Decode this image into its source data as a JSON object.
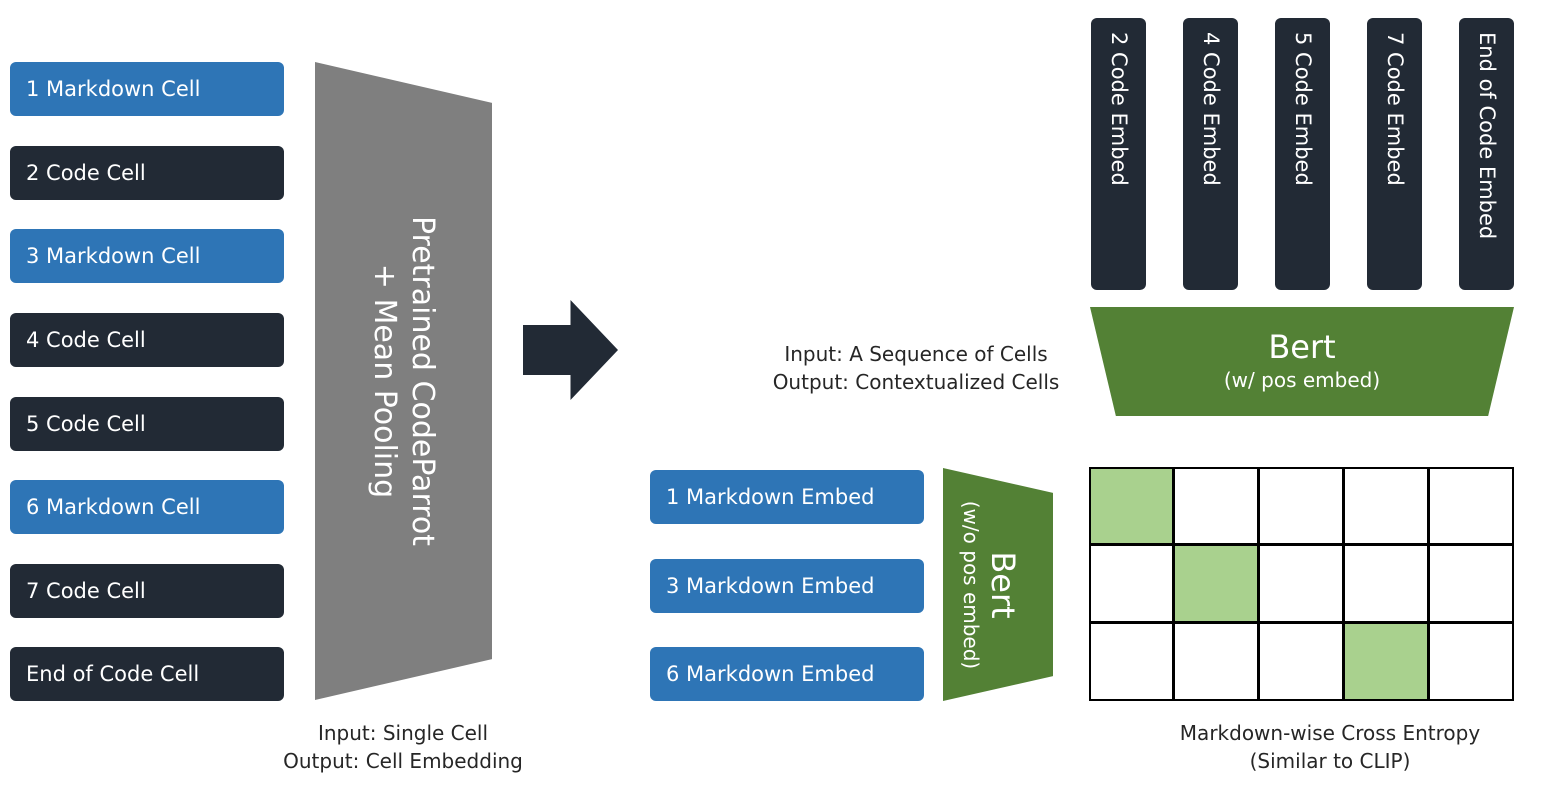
{
  "input_cells": [
    {
      "label": "1 Markdown Cell",
      "kind": "markdown"
    },
    {
      "label": "2 Code Cell",
      "kind": "code"
    },
    {
      "label": "3 Markdown Cell",
      "kind": "markdown"
    },
    {
      "label": "4 Code Cell",
      "kind": "code"
    },
    {
      "label": "5 Code Cell",
      "kind": "code"
    },
    {
      "label": "6 Markdown Cell",
      "kind": "markdown"
    },
    {
      "label": "7 Code Cell",
      "kind": "code"
    },
    {
      "label": "End of Code Cell",
      "kind": "code"
    }
  ],
  "encoder": {
    "line1": "Pretrained CodeParrot",
    "line2": "+ Mean Pooling"
  },
  "encoder_caption": {
    "line1": "Input: Single Cell",
    "line2": "Output: Cell Embedding"
  },
  "code_embeds": [
    "2 Code Embed",
    "4 Code Embed",
    "5 Code Embed",
    "7 Code Embed",
    "End of Code Embed"
  ],
  "bert_top": {
    "title": "Bert",
    "subtitle": "(w/ pos embed)"
  },
  "bert_caption": {
    "line1": "Input: A Sequence of Cells",
    "line2": "Output: Contextualized Cells"
  },
  "markdown_embeds": [
    "1 Markdown Embed",
    "3 Markdown Embed",
    "6 Markdown Embed"
  ],
  "bert_small": {
    "title": "Bert",
    "subtitle": "(w/o pos embed)"
  },
  "matrix": {
    "rows": 3,
    "cols": 5,
    "highlighted": [
      [
        0,
        0
      ],
      [
        1,
        1
      ],
      [
        2,
        3
      ]
    ],
    "highlight_color": "#a9d18e"
  },
  "loss_caption": {
    "line1": "Markdown-wise Cross Entropy",
    "line2": "(Similar to CLIP)"
  },
  "colors": {
    "markdown": "#2e75b6",
    "code": "#222a35",
    "encoder": "#7f7f7f",
    "bert": "#538135"
  }
}
